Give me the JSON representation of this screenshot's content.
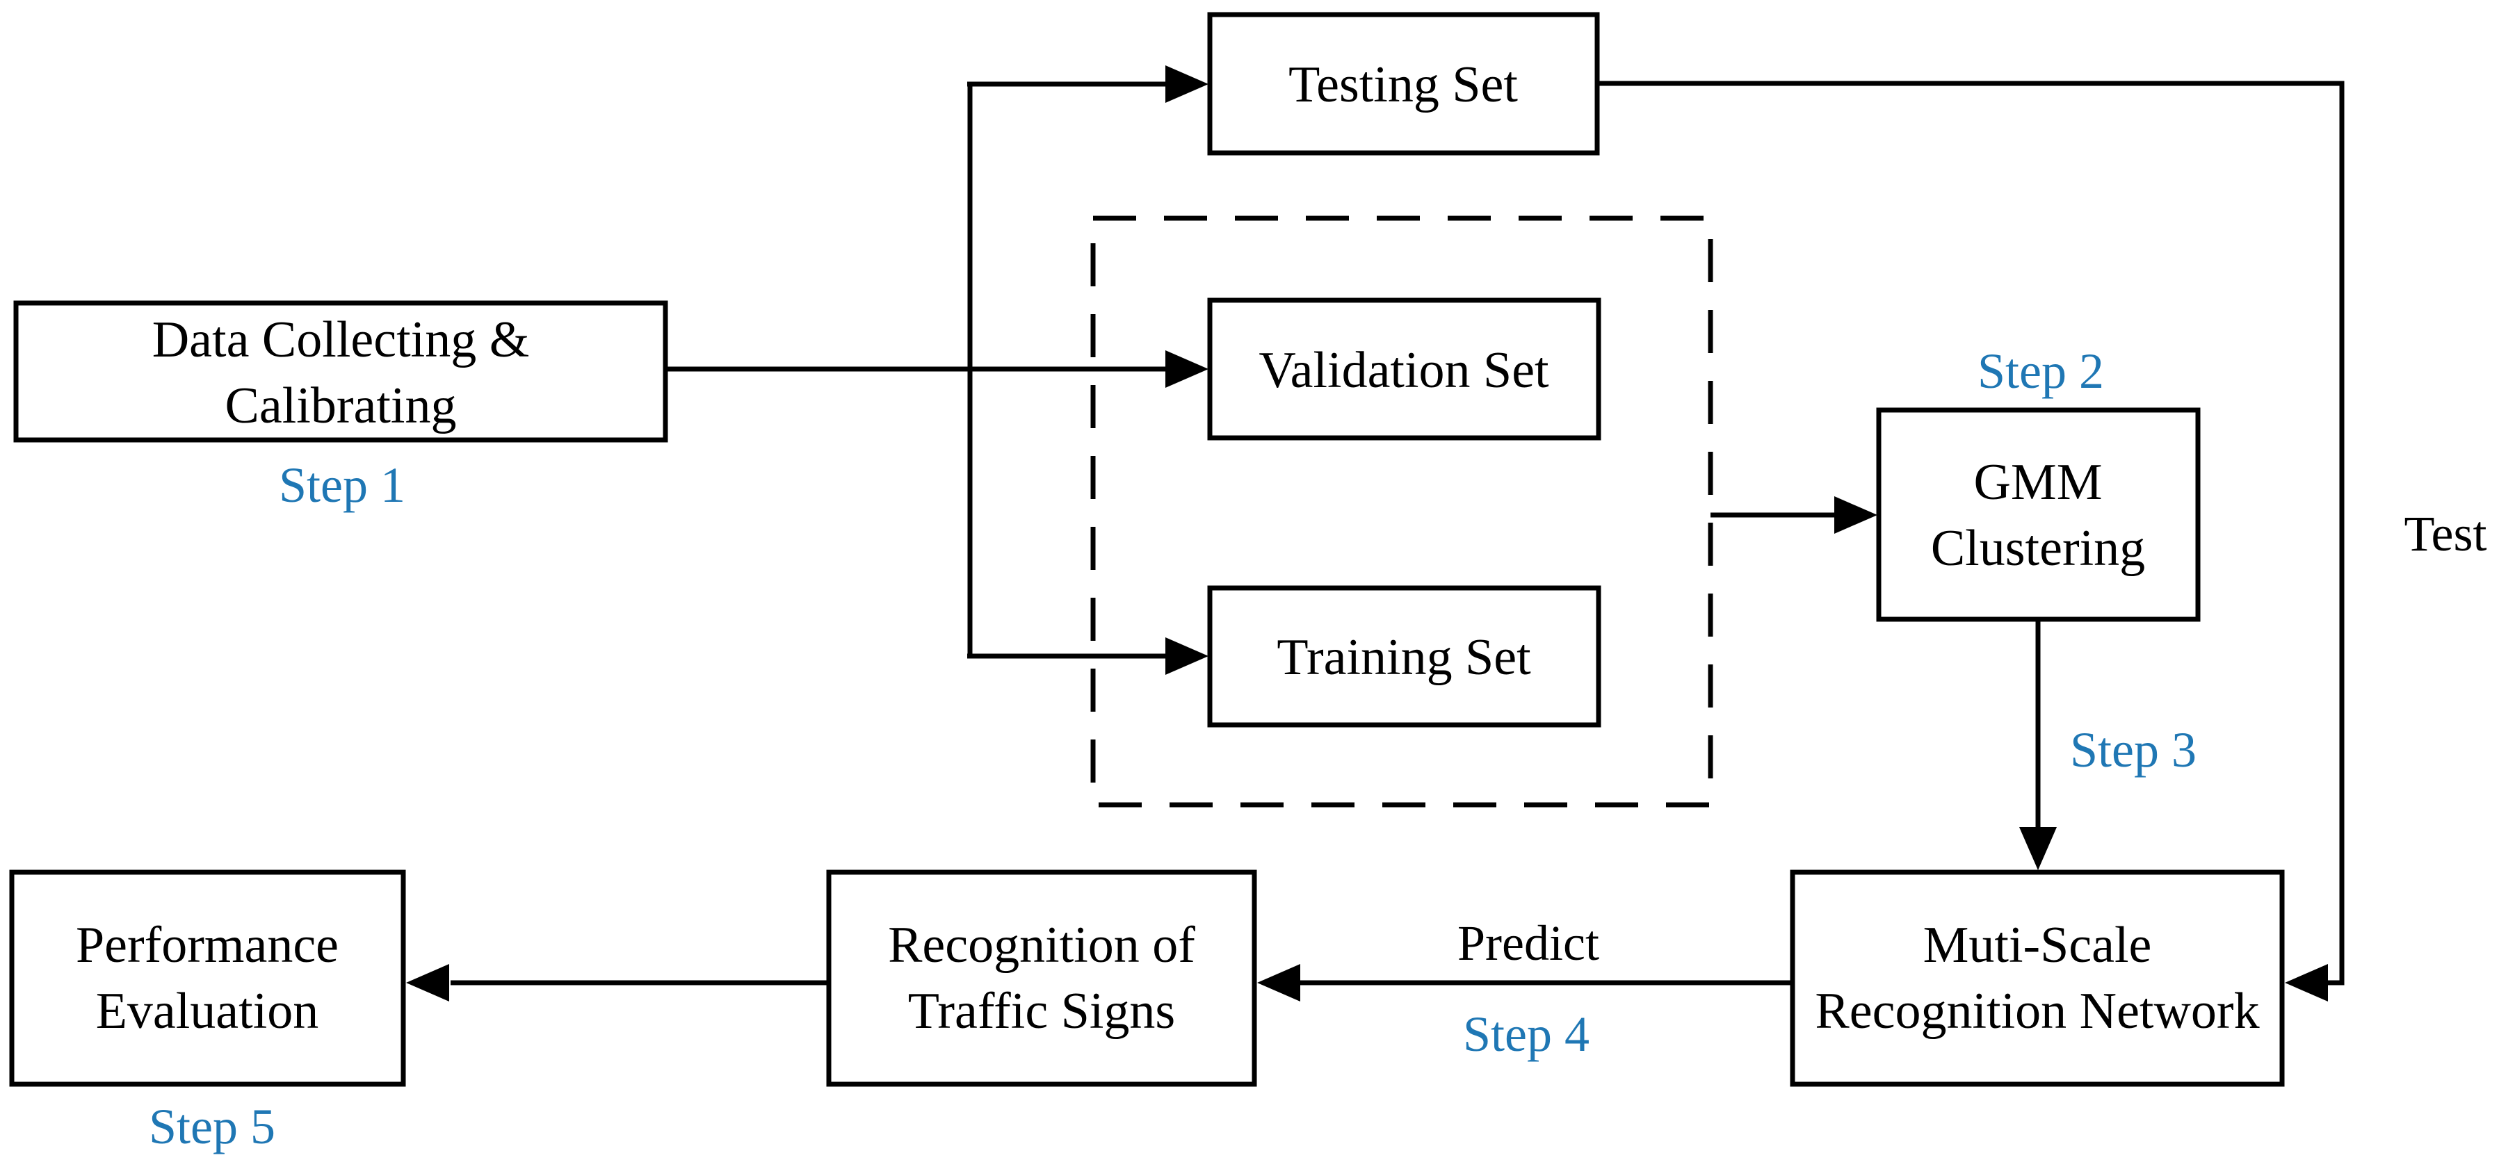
{
  "figure": {
    "type": "flowchart",
    "description": "Traffic sign recognition pipeline flowchart",
    "colors": {
      "line": "#000000",
      "box_fill": "#ffffff",
      "step_label": "#1f77b4"
    },
    "boxes": {
      "data_collecting": {
        "line1": "Data Collecting &",
        "line2": "Calibrating"
      },
      "testing_set": {
        "label": "Testing Set"
      },
      "validation_set": {
        "label": "Validation Set"
      },
      "training_set": {
        "label": "Training Set"
      },
      "gmm": {
        "line1": "GMM",
        "line2": "Clustering"
      },
      "muti_scale": {
        "line1": "Muti-Scale",
        "line2": "Recognition Network"
      },
      "recognition": {
        "line1": "Recognition of",
        "line2": "Traffic Signs"
      },
      "performance": {
        "line1": "Performance",
        "line2": "Evaluation"
      }
    },
    "labels": {
      "step1": "Step 1",
      "step2": "Step 2",
      "step3": "Step 3",
      "step4": "Step 4",
      "step5": "Step 5",
      "predict": "Predict",
      "test": "Test"
    }
  }
}
